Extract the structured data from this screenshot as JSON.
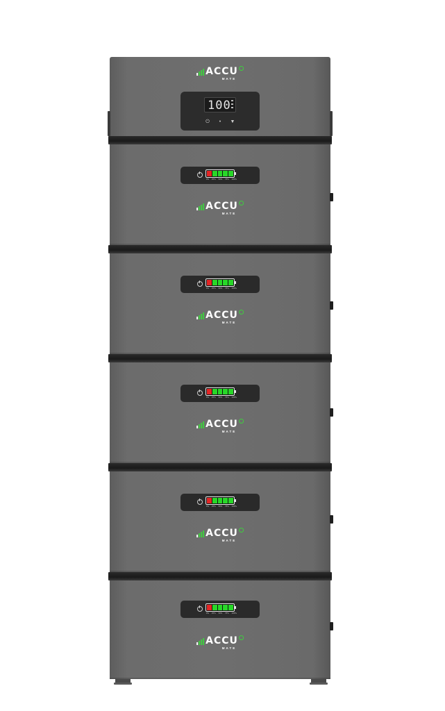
{
  "brand": {
    "name": "ACCU",
    "subname": "MATE"
  },
  "display": {
    "reading": "100"
  },
  "controls": [
    {
      "name": "power",
      "glyph": "⏻"
    },
    {
      "name": "select",
      "glyph": "•"
    },
    {
      "name": "down",
      "glyph": "▼"
    }
  ],
  "battery_modules": [
    {
      "level_cells": 5,
      "scale": [
        "0%",
        "25%",
        "50%",
        "75%",
        "100%"
      ]
    },
    {
      "level_cells": 5,
      "scale": [
        "0%",
        "25%",
        "50%",
        "75%",
        "100%"
      ]
    },
    {
      "level_cells": 5,
      "scale": [
        "0%",
        "25%",
        "50%",
        "75%",
        "100%"
      ]
    },
    {
      "level_cells": 5,
      "scale": [
        "0%",
        "25%",
        "50%",
        "75%",
        "100%"
      ]
    },
    {
      "level_cells": 5,
      "scale": [
        "0%",
        "25%",
        "50%",
        "75%",
        "100%"
      ]
    }
  ],
  "colors": {
    "enclosure": "#6e6e6e",
    "panel": "#2a2a2a",
    "cell_green": "#28d828",
    "cell_red": "#e52626",
    "accent_green": "#3fce3f"
  }
}
